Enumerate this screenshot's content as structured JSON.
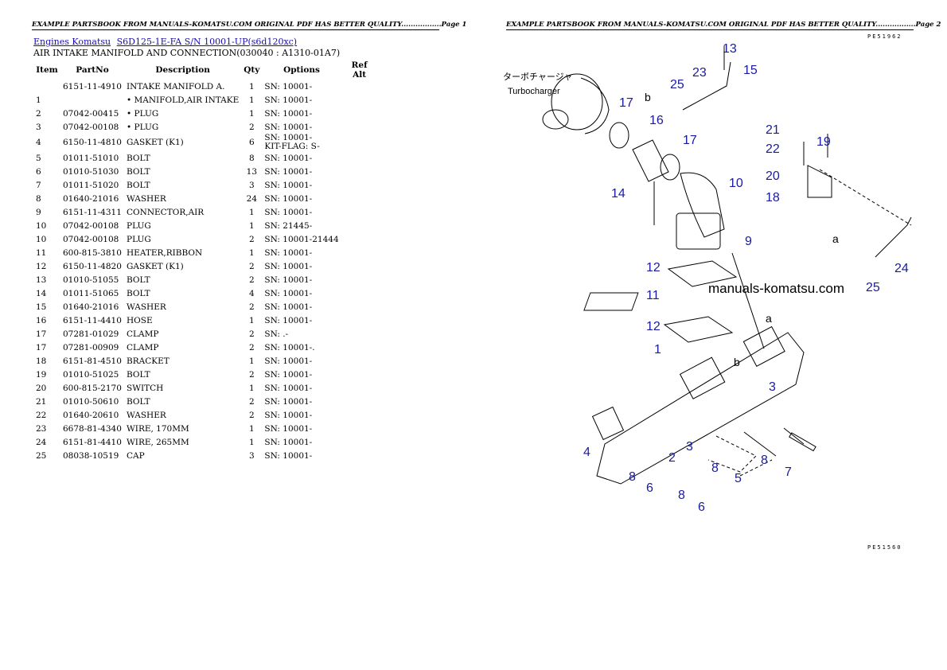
{
  "header": {
    "page1": "EXAMPLE PARTSBOOK FROM MANUALS-KOMATSU.COM ORIGINAL PDF HAS BETTER QUALITY.................Page 1",
    "page2": "EXAMPLE PARTSBOOK FROM MANUALS-KOMATSU.COM ORIGINAL PDF HAS BETTER QUALITY.................Page 2"
  },
  "breadcrumb": {
    "link1": "Engines Komatsu",
    "link2": "S6D125-1E-FA S/N 10001-UP(s6d120xc)"
  },
  "section_title": "AIR INTAKE MANIFOLD AND CONNECTION(030040 : A1310-01A7)",
  "table": {
    "headers": [
      "Item",
      "PartNo",
      "Description",
      "Qty",
      "Options",
      "Ref Alt"
    ],
    "rows": [
      [
        "",
        "6151-11-4910",
        "INTAKE MANIFOLD A.",
        "1",
        "SN: 10001-",
        ""
      ],
      [
        "1",
        "",
        "• MANIFOLD,AIR INTAKE",
        "1",
        "SN: 10001-",
        ""
      ],
      [
        "2",
        "07042-00415",
        "• PLUG",
        "1",
        "SN: 10001-",
        ""
      ],
      [
        "3",
        "07042-00108",
        "• PLUG",
        "2",
        "SN: 10001-",
        ""
      ],
      [
        "4",
        "6150-11-4810",
        "GASKET (K1)",
        "6",
        "SN: 10001-\nKIT-FLAG: S-",
        ""
      ],
      [
        "5",
        "01011-51010",
        "BOLT",
        "8",
        "SN: 10001-",
        ""
      ],
      [
        "6",
        "01010-51030",
        "BOLT",
        "13",
        "SN: 10001-",
        ""
      ],
      [
        "7",
        "01011-51020",
        "BOLT",
        "3",
        "SN: 10001-",
        ""
      ],
      [
        "8",
        "01640-21016",
        "WASHER",
        "24",
        "SN: 10001-",
        ""
      ],
      [
        "9",
        "6151-11-4311",
        "CONNECTOR,AIR",
        "1",
        "SN: 10001-",
        ""
      ],
      [
        "10",
        "07042-00108",
        "PLUG",
        "1",
        "SN: 21445-",
        ""
      ],
      [
        "10",
        "07042-00108",
        "PLUG",
        "2",
        "SN: 10001-21444",
        ""
      ],
      [
        "11",
        "600-815-3810",
        "HEATER,RIBBON",
        "1",
        "SN: 10001-",
        ""
      ],
      [
        "12",
        "6150-11-4820",
        "GASKET (K1)",
        "2",
        "SN: 10001-",
        ""
      ],
      [
        "13",
        "01010-51055",
        "BOLT",
        "2",
        "SN: 10001-",
        ""
      ],
      [
        "14",
        "01011-51065",
        "BOLT",
        "4",
        "SN: 10001-",
        ""
      ],
      [
        "15",
        "01640-21016",
        "WASHER",
        "2",
        "SN: 10001-",
        ""
      ],
      [
        "16",
        "6151-11-4410",
        "HOSE",
        "1",
        "SN: 10001-",
        ""
      ],
      [
        "17",
        "07281-01029",
        "CLAMP",
        "2",
        "SN: .-",
        ""
      ],
      [
        "17",
        "07281-00909",
        "CLAMP",
        "2",
        "SN: 10001-.",
        ""
      ],
      [
        "18",
        "6151-81-4510",
        "BRACKET",
        "1",
        "SN: 10001-",
        ""
      ],
      [
        "19",
        "01010-51025",
        "BOLT",
        "2",
        "SN: 10001-",
        ""
      ],
      [
        "20",
        "600-815-2170",
        "SWITCH",
        "1",
        "SN: 10001-",
        ""
      ],
      [
        "21",
        "01010-50610",
        "BOLT",
        "2",
        "SN: 10001-",
        ""
      ],
      [
        "22",
        "01640-20610",
        "WASHER",
        "2",
        "SN: 10001-",
        ""
      ],
      [
        "23",
        "6678-81-4340",
        "WIRE, 170MM",
        "1",
        "SN: 10001-",
        ""
      ],
      [
        "24",
        "6151-81-4410",
        "WIRE, 265MM",
        "1",
        "SN: 10001-",
        ""
      ],
      [
        "25",
        "08038-10519",
        "CAP",
        "3",
        "SN: 10001-",
        ""
      ]
    ]
  },
  "diagram": {
    "watermark": "manuals-komatsu.com",
    "turbo_jp": "ターボチャージャ",
    "turbo_en": "Turbocharger",
    "code_top": "PE51962",
    "code_bottom": "PE51560",
    "callouts": [
      "13",
      "15",
      "23",
      "25",
      "17",
      "16",
      "17",
      "10",
      "14",
      "9",
      "12",
      "11",
      "12",
      "1",
      "3",
      "4",
      "2",
      "3",
      "8",
      "6",
      "8",
      "6",
      "8",
      "5",
      "8",
      "7",
      "21",
      "22",
      "19",
      "20",
      "18",
      "24",
      "25",
      "a",
      "a",
      "b",
      "b"
    ]
  }
}
